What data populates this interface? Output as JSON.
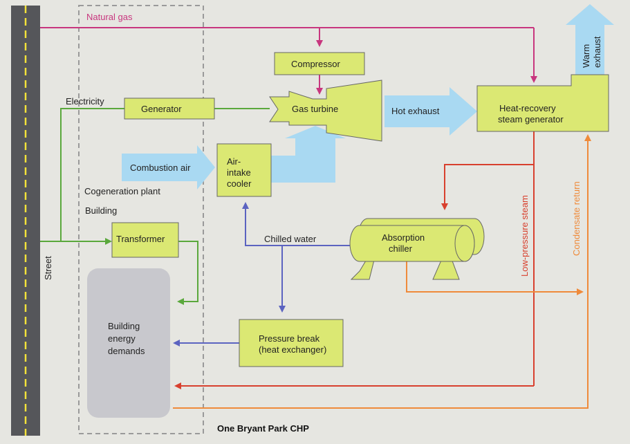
{
  "labels": {
    "natural_gas": "Natural gas",
    "electricity": "Electricity",
    "street": "Street",
    "compressor": "Compressor",
    "generator": "Generator",
    "gas_turbine": "Gas turbine",
    "hot_exhaust": "Hot exhaust",
    "hrsg_line1": "Heat-recovery",
    "hrsg_line2": "steam generator",
    "warm_exhaust_line1": "Warm",
    "warm_exhaust_line2": "exhaust",
    "combustion_air": "Combustion air",
    "air_intake_line1": "Air-",
    "air_intake_line2": "intake",
    "air_intake_line3": "cooler",
    "cogeneration_plant": "Cogeneration plant",
    "building": "Building",
    "transformer": "Transformer",
    "chilled_water": "Chilled water",
    "absorption_line1": "Absorption",
    "absorption_line2": "chiller",
    "low_pressure_steam": "Low-pressure steam",
    "condensate_return": "Condensate return",
    "building_energy_line1": "Building",
    "building_energy_line2": "energy",
    "building_energy_line3": "demands",
    "pressure_break_line1": "Pressure break",
    "pressure_break_line2": "(heat exchanger)",
    "caption": "One Bryant Park CHP"
  },
  "colors": {
    "natural_gas": "#c8367e",
    "electricity": "#5aa83c",
    "chilled_water": "#5b63c0",
    "steam": "#d8402e",
    "condensate": "#ef8a3a",
    "component_fill": "#dbe873",
    "air_arrow": "#a9d9f2"
  }
}
